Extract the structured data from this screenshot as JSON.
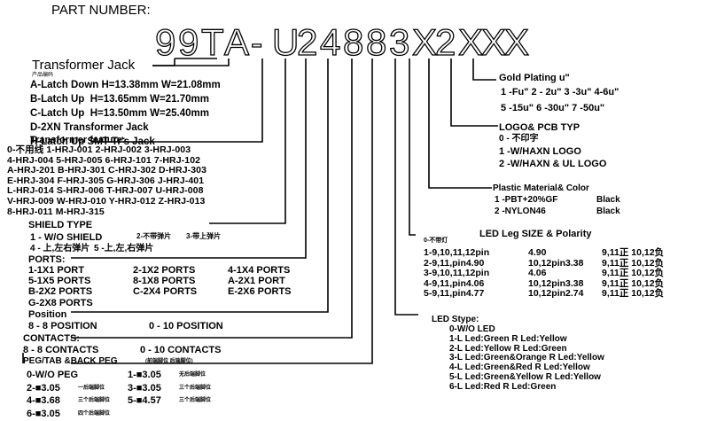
{
  "header": {
    "label": "PART NUMBER:"
  },
  "part_number": {
    "characters": [
      "9",
      "9",
      "T",
      "A",
      "-",
      "U",
      "2",
      "4",
      "8",
      "8",
      "3",
      "X",
      "2",
      "X",
      "X",
      "X"
    ]
  },
  "transformer_jack": {
    "title": "Transformer Jack",
    "note": "产品编码",
    "options": [
      "A-Latch Down H=13.38mm W=21.08mm",
      "B-Latch Up  H=13.65mm W=21.70mm",
      "C-Latch Up  H=13.50mm W=25.40mm",
      "D-2XN Transformer Jack",
      "H-Latch Up SMT Tr's Jack"
    ]
  },
  "transformer_feature": {
    "title": "Transformer feature:",
    "rows": [
      "0-不用线 1-HRJ-001 2-HRJ-002 3-HRJ-003",
      "4-HRJ-004 5-HRJ-005 6-HRJ-101 7-HRJ-102",
      "A-HRJ-201 B-HRJ-301 C-HRJ-302 D-HRJ-303",
      "E-HRJ-304 F-HRJ-305 G-HRJ-306 J-HRJ-401",
      "L-HRJ-014 S-HRJ-006 T-HRJ-007 U-HRJ-008",
      "V-HRJ-009 W-HRJ-010 Y-HRJ-012 Z-HRJ-013",
      "8-HRJ-011 M-HRJ-315"
    ]
  },
  "shield_type": {
    "title": "SHIELD TYPE",
    "row1": [
      "1 - W/O SHIELD",
      "2-不带弹片",
      "3-带上弹片"
    ],
    "row2": [
      "4 - 上,左右弹片",
      "5 -上,左,右弹片"
    ]
  },
  "ports": {
    "title": "PORTS:",
    "rows": [
      [
        "1-1X1 PORT",
        "2-1X2 PORTS",
        "4-1X4 PORTS"
      ],
      [
        "5-1X5 PORTS",
        "8-1X8 PORTS",
        "A-2X1 PORT"
      ],
      [
        "B-2X2 PORTS",
        "C-2X4 PORTS",
        "E-2X6 PORTS"
      ],
      [
        "G-2X8 PORTS",
        "",
        ""
      ]
    ]
  },
  "position": {
    "title": "Position",
    "row": [
      "8 - 8 POSITION",
      "0 - 10 POSITION"
    ]
  },
  "contacts": {
    "title": "CONTACTS:",
    "row": [
      "8 - 8 CONTACTS",
      "0 - 10 CONTACTS"
    ]
  },
  "peg": {
    "title": "PEG/TAB &BACK PEG",
    "title_note": "(前端脚位 后端脚位)",
    "rows": [
      [
        "0-W/O PEG",
        "",
        "1-■3.05",
        "无后端脚位"
      ],
      [
        "2-■3.05",
        "一后端脚位",
        "3-■3.05",
        "三个后端脚位"
      ],
      [
        "4-■3.68",
        "三个后端脚位",
        "5-■4.57",
        "三个后端脚位"
      ],
      [
        "6-■3.05",
        "四个后端脚位",
        "",
        ""
      ]
    ]
  },
  "gold_plating": {
    "title": "Gold Plating u\"",
    "rows": [
      "1 -Fu\" 2 - 2u\" 3 -3u\" 4-6u\"",
      "5 -15u\" 6 -30u\" 7 -50u\""
    ]
  },
  "logo_pcb": {
    "title": "LOGO& PCB TYP",
    "rows": [
      "0 - 不印字",
      "1 -W/HAXN LOGO",
      "2 -W/HAXN & UL LOGO"
    ]
  },
  "plastic": {
    "title": "Plastic Material& Color",
    "rows": [
      [
        "1 -PBT+20%GF",
        "Black"
      ],
      [
        "2 -NYLON46",
        "Black"
      ]
    ]
  },
  "led_leg": {
    "title": "LED Leg SIZE & Polarity",
    "zero": "0-不带灯",
    "rows": [
      [
        "1-9,10,11,12pin",
        "4.90",
        "9,11正 10,12负"
      ],
      [
        "2-9,11,pin4.90",
        "10,12pin3.38",
        "9,11正 10,12负"
      ],
      [
        "3-9,10,11,12pin",
        "4.06",
        "9,11正 10,12负"
      ],
      [
        "4-9,11,pin4.06",
        "10,12pin3.38",
        "9,11正 10,12负"
      ],
      [
        "5-9,11,pin4.77",
        "10,12pin2.74",
        "9,11正 10,12负"
      ]
    ]
  },
  "led_type": {
    "title": "LED Stype:",
    "rows": [
      "0-W/O LED",
      "1-L Led:Green R Led:Yellow",
      "2-L Led:Yellow R Led:Green",
      "3-L Led:Green&Orange R Led:Yellow",
      "4-L Led:Green&Red R Led:Yellow",
      "5-L Led:Green&Yellow R Led:Yellow",
      "6-L Led:Red R Led:Green"
    ]
  }
}
